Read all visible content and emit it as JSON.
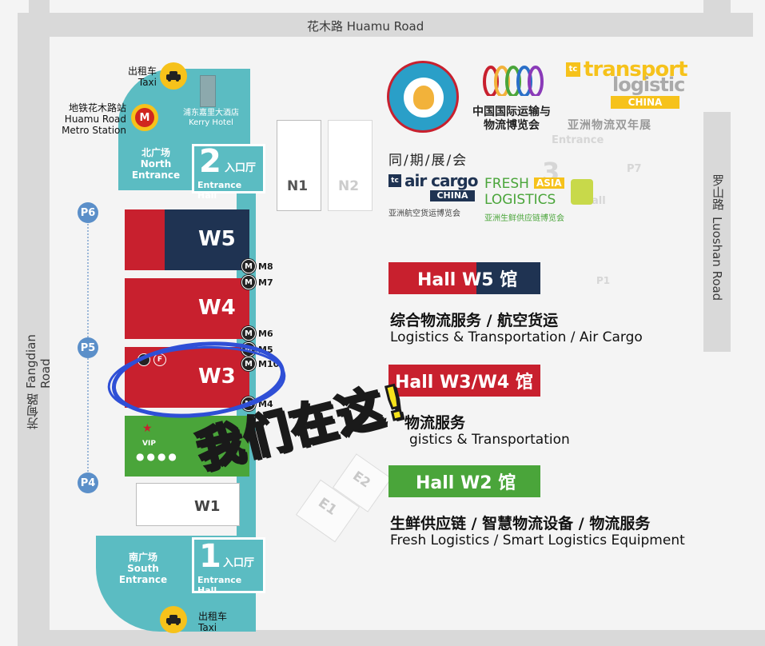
{
  "roads": {
    "north": "花木路  Huamu Road",
    "west_zh": "芳甸路",
    "west_en": "Fangdian Road",
    "east_zh": "罗山路",
    "east_en": "Luoshan Road"
  },
  "poi": {
    "taxi_north_zh": "出租车",
    "taxi_north_en": "Taxi",
    "metro_zh": "地铁花木路站",
    "metro_en1": "Huamu Road",
    "metro_en2": "Metro Station",
    "hotel_zh": "浦东嘉里大酒店",
    "hotel_en": "Kerry Hotel",
    "north_plaza_zh": "北广场",
    "north_plaza_en1": "North",
    "north_plaza_en2": "Entrance",
    "south_plaza_zh": "南广场",
    "south_plaza_en1": "South",
    "south_plaza_en2": "Entrance",
    "taxi_south_zh": "出租车",
    "taxi_south_en": "Taxi"
  },
  "entrances": [
    {
      "num": "2",
      "zh": "入口厅",
      "en": "Entrance Hall"
    },
    {
      "num": "1",
      "zh": "入口厅",
      "en": "Entrance Hall"
    }
  ],
  "halls": {
    "w5": "W5",
    "w4": "W4",
    "w3": "W3",
    "w2": "W2",
    "w1": "W1",
    "n1": "N1",
    "n2": "N2",
    "e1": "E1",
    "e2": "E2"
  },
  "meeting_rooms": [
    "M8",
    "M7",
    "M6",
    "M5",
    "M10",
    "M4"
  ],
  "parking": [
    "P6",
    "P5",
    "P4"
  ],
  "ghost_labels": [
    "Entrance",
    "3",
    "P7",
    "P1",
    "all"
  ],
  "amenity_vip": "VIP",
  "logos": {
    "transport_tc": "tc",
    "transport_main": "transport",
    "transport_sub": "logistic",
    "transport_country": "CHINA",
    "transport_zh": "亚洲物流双年展",
    "expo_zh1": "中国国际运输与",
    "expo_zh2": "物流博览会",
    "concurrent": "同/期/展/会",
    "aircargo_tc": "tc",
    "aircargo_main": "air cargo",
    "aircargo_country": "CHINA",
    "aircargo_zh": "亚洲航空货运博览会",
    "fresh_1": "FRESH",
    "fresh_asia": "ASIA",
    "fresh_2": "LOGISTICS",
    "fresh_zh": "亚洲生鲜供应链博览会"
  },
  "annotation": "我们在这!",
  "legend": [
    {
      "prefix": "Hall ",
      "hall": "W5",
      "suffix": " 馆",
      "zh": "综合物流服务 / 航空货运",
      "en": "Logistics & Transportation / Air Cargo"
    },
    {
      "prefix": "Hall ",
      "hall": "W3/W4",
      "suffix": " 馆",
      "zh": "物流服务",
      "en": "gistics & Transportation"
    },
    {
      "prefix": "Hall ",
      "hall": "W2",
      "suffix": " 馆",
      "zh": "生鲜供应链 / 智慧物流设备 / 物流服务",
      "en": "Fresh Logistics / Smart Logistics Equipment"
    }
  ],
  "colors": {
    "red": "#c8202e",
    "navy": "#1f3352",
    "green": "#4aa53a",
    "teal": "#5bbcc2",
    "road": "#d9d9d9",
    "blue_circle": "#2f4fd6",
    "yellow": "#f6c21b"
  }
}
